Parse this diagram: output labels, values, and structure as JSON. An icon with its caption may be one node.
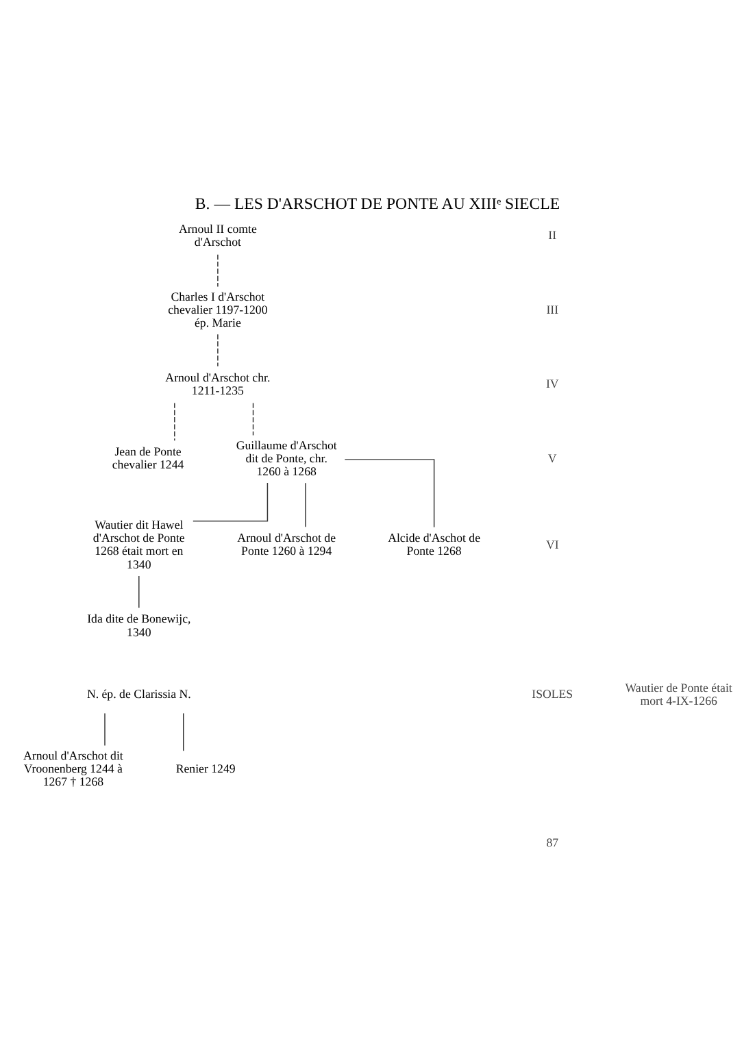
{
  "diagram": {
    "title": "B. — LES D'ARSCHOT DE PONTE AU XIIIᵉ SIECLE",
    "nodes": [
      {
        "text": [
          "Arnoul II comte d'Arschot"
        ]
      },
      {
        "text": [
          "Charles I d'Arschot chevalier 1197-1200 ép. Marie"
        ]
      },
      {
        "text": [
          "Arnoul d'Arschot chr. 1211-1235"
        ]
      },
      {
        "text": [
          "Jean de Ponte chevalier 1244"
        ]
      },
      {
        "text": [
          "Guillaume d'Arschot dit de Ponte, chr. 1260 à 1268"
        ]
      },
      {
        "text": [
          "Wautier dit Hawel d'Arschot de Ponte 1268 était mort en 1340"
        ]
      },
      {
        "text": [
          "Arnoul d'Arschot de Ponte 1260 à 1294"
        ]
      },
      {
        "text": [
          "Alcide d'Aschot de Ponte 1268"
        ]
      },
      {
        "text": [
          "Ida dite de Bonewijc, 1340"
        ]
      },
      {
        "text": [
          "N. ép. de Clarissia N."
        ]
      },
      {
        "text": [
          "Arnoul d'Arschot dit Vroonenberg 1244 à 1267 † 1268"
        ]
      },
      {
        "text": [
          "Renier 1249"
        ]
      }
    ],
    "edges": [
      {
        "from": 0,
        "to": 1,
        "arrow": "none",
        "style": "dashed"
      },
      {
        "from": 1,
        "to": 2,
        "arrow": "none",
        "style": "dashed"
      },
      {
        "from": 2,
        "to": 3,
        "arrow": "none",
        "style": "dashed"
      },
      {
        "from": 2,
        "to": 4,
        "arrow": "none",
        "style": "dashed"
      },
      {
        "from": 4,
        "to": 5,
        "arrow": "none"
      },
      {
        "from": 4,
        "to": 6,
        "arrow": "none"
      },
      {
        "from": 4,
        "to": 7,
        "arrow": "none"
      },
      {
        "from": 5,
        "to": 8,
        "arrow": "none"
      },
      {
        "from": 9,
        "to": 10,
        "arrow": "none"
      },
      {
        "from": 9,
        "to": 11,
        "arrow": "none"
      }
    ],
    "labels": [
      "II",
      "III",
      "IV",
      "V",
      "VI",
      "ISOLES",
      "Wautier de Ponte était mort 4-IX-1266",
      "87"
    ]
  }
}
